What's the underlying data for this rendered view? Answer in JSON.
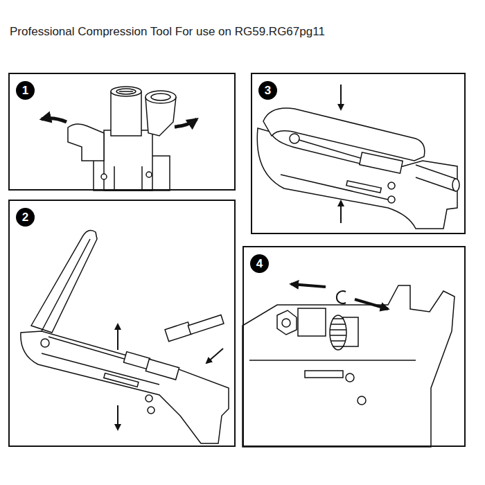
{
  "diagram": {
    "title": "Professional Compression Tool For use on RG59.RG67pg11",
    "nodes": [
      {
        "text": [
          "1"
        ]
      },
      {
        "text": [
          "3"
        ]
      },
      {
        "text": [
          "2"
        ]
      },
      {
        "text": [
          "4"
        ]
      }
    ]
  }
}
